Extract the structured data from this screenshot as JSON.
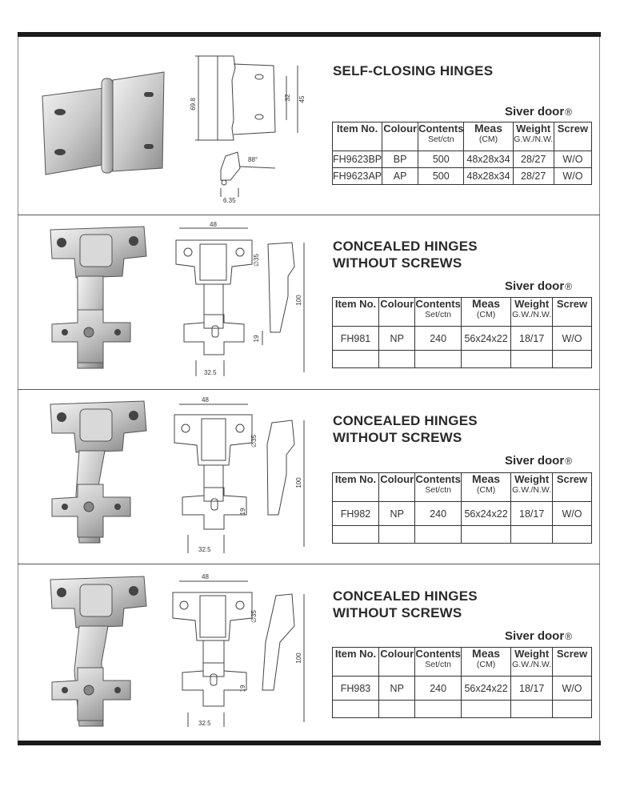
{
  "brand": {
    "name": "Siver door",
    "symbol": "®"
  },
  "table_headers": {
    "item_no": "Item No.",
    "colour": "Colour",
    "contents": "Contents",
    "contents_sub": "Set/ctn",
    "meas": "Meas",
    "meas_sub": "(CM)",
    "weight": "Weight",
    "weight_sub": "G.W./N.W.",
    "screw": "Screw"
  },
  "sections": [
    {
      "title_lines": [
        "SELF-CLOSING HINGES"
      ],
      "dimensions": [
        "69.8",
        "32",
        "45",
        "88°",
        "6.35"
      ],
      "rows": [
        {
          "item": "FH9623BP",
          "colour": "BP",
          "contents": "500",
          "meas": "48x28x34",
          "weight": "28/27",
          "screw": "W/O"
        },
        {
          "item": "FH9623AP",
          "colour": "AP",
          "contents": "500",
          "meas": "48x28x34",
          "weight": "28/27",
          "screw": "W/O"
        }
      ]
    },
    {
      "title_lines": [
        "CONCEALED HINGES",
        "WITHOUT SCREWS"
      ],
      "dimensions": [
        "48",
        "∅35",
        "19",
        "32.5",
        "100"
      ],
      "rows": [
        {
          "item": "FH981",
          "colour": "NP",
          "contents": "240",
          "meas": "56x24x22",
          "weight": "18/17",
          "screw": "W/O"
        }
      ]
    },
    {
      "title_lines": [
        "CONCEALED HINGES",
        "WITHOUT SCREWS"
      ],
      "dimensions": [
        "48",
        "∅35",
        "19",
        "32.5",
        "100"
      ],
      "rows": [
        {
          "item": "FH982",
          "colour": "NP",
          "contents": "240",
          "meas": "56x24x22",
          "weight": "18/17",
          "screw": "W/O"
        }
      ]
    },
    {
      "title_lines": [
        "CONCEALED HINGES",
        "WITHOUT SCREWS"
      ],
      "dimensions": [
        "48",
        "∅35",
        "19",
        "32.5",
        "100"
      ],
      "rows": [
        {
          "item": "FH983",
          "colour": "NP",
          "contents": "240",
          "meas": "56x24x22",
          "weight": "18/17",
          "screw": "W/O"
        }
      ]
    }
  ]
}
